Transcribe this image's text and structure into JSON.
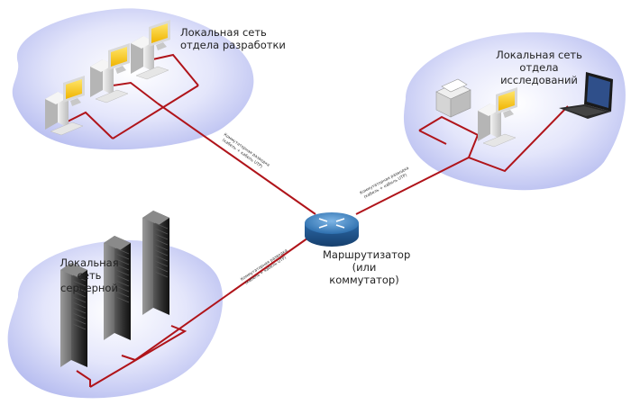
{
  "colors": {
    "cable": "#b0141a",
    "cloud_fill_inner": "#ffffff",
    "cloud_fill_outer": "#b9bff0",
    "router": "#2e6fb0"
  },
  "networks": {
    "dev": {
      "title_line1": "Локальная сеть",
      "title_line2": "отдела разработки"
    },
    "research": {
      "title_line1": "Локальная сеть",
      "title_line2": "отдела",
      "title_line3": "исследований"
    },
    "server": {
      "title_line1": "Локальная сеть",
      "title_line2": "серверной"
    }
  },
  "router": {
    "label_line1": "Маршрутизатор",
    "label_line2": "(или коммутатор)"
  },
  "cable_labels": {
    "line1": "Коммутаторная разводка",
    "line2": "(кабель + кабель UTP)"
  }
}
